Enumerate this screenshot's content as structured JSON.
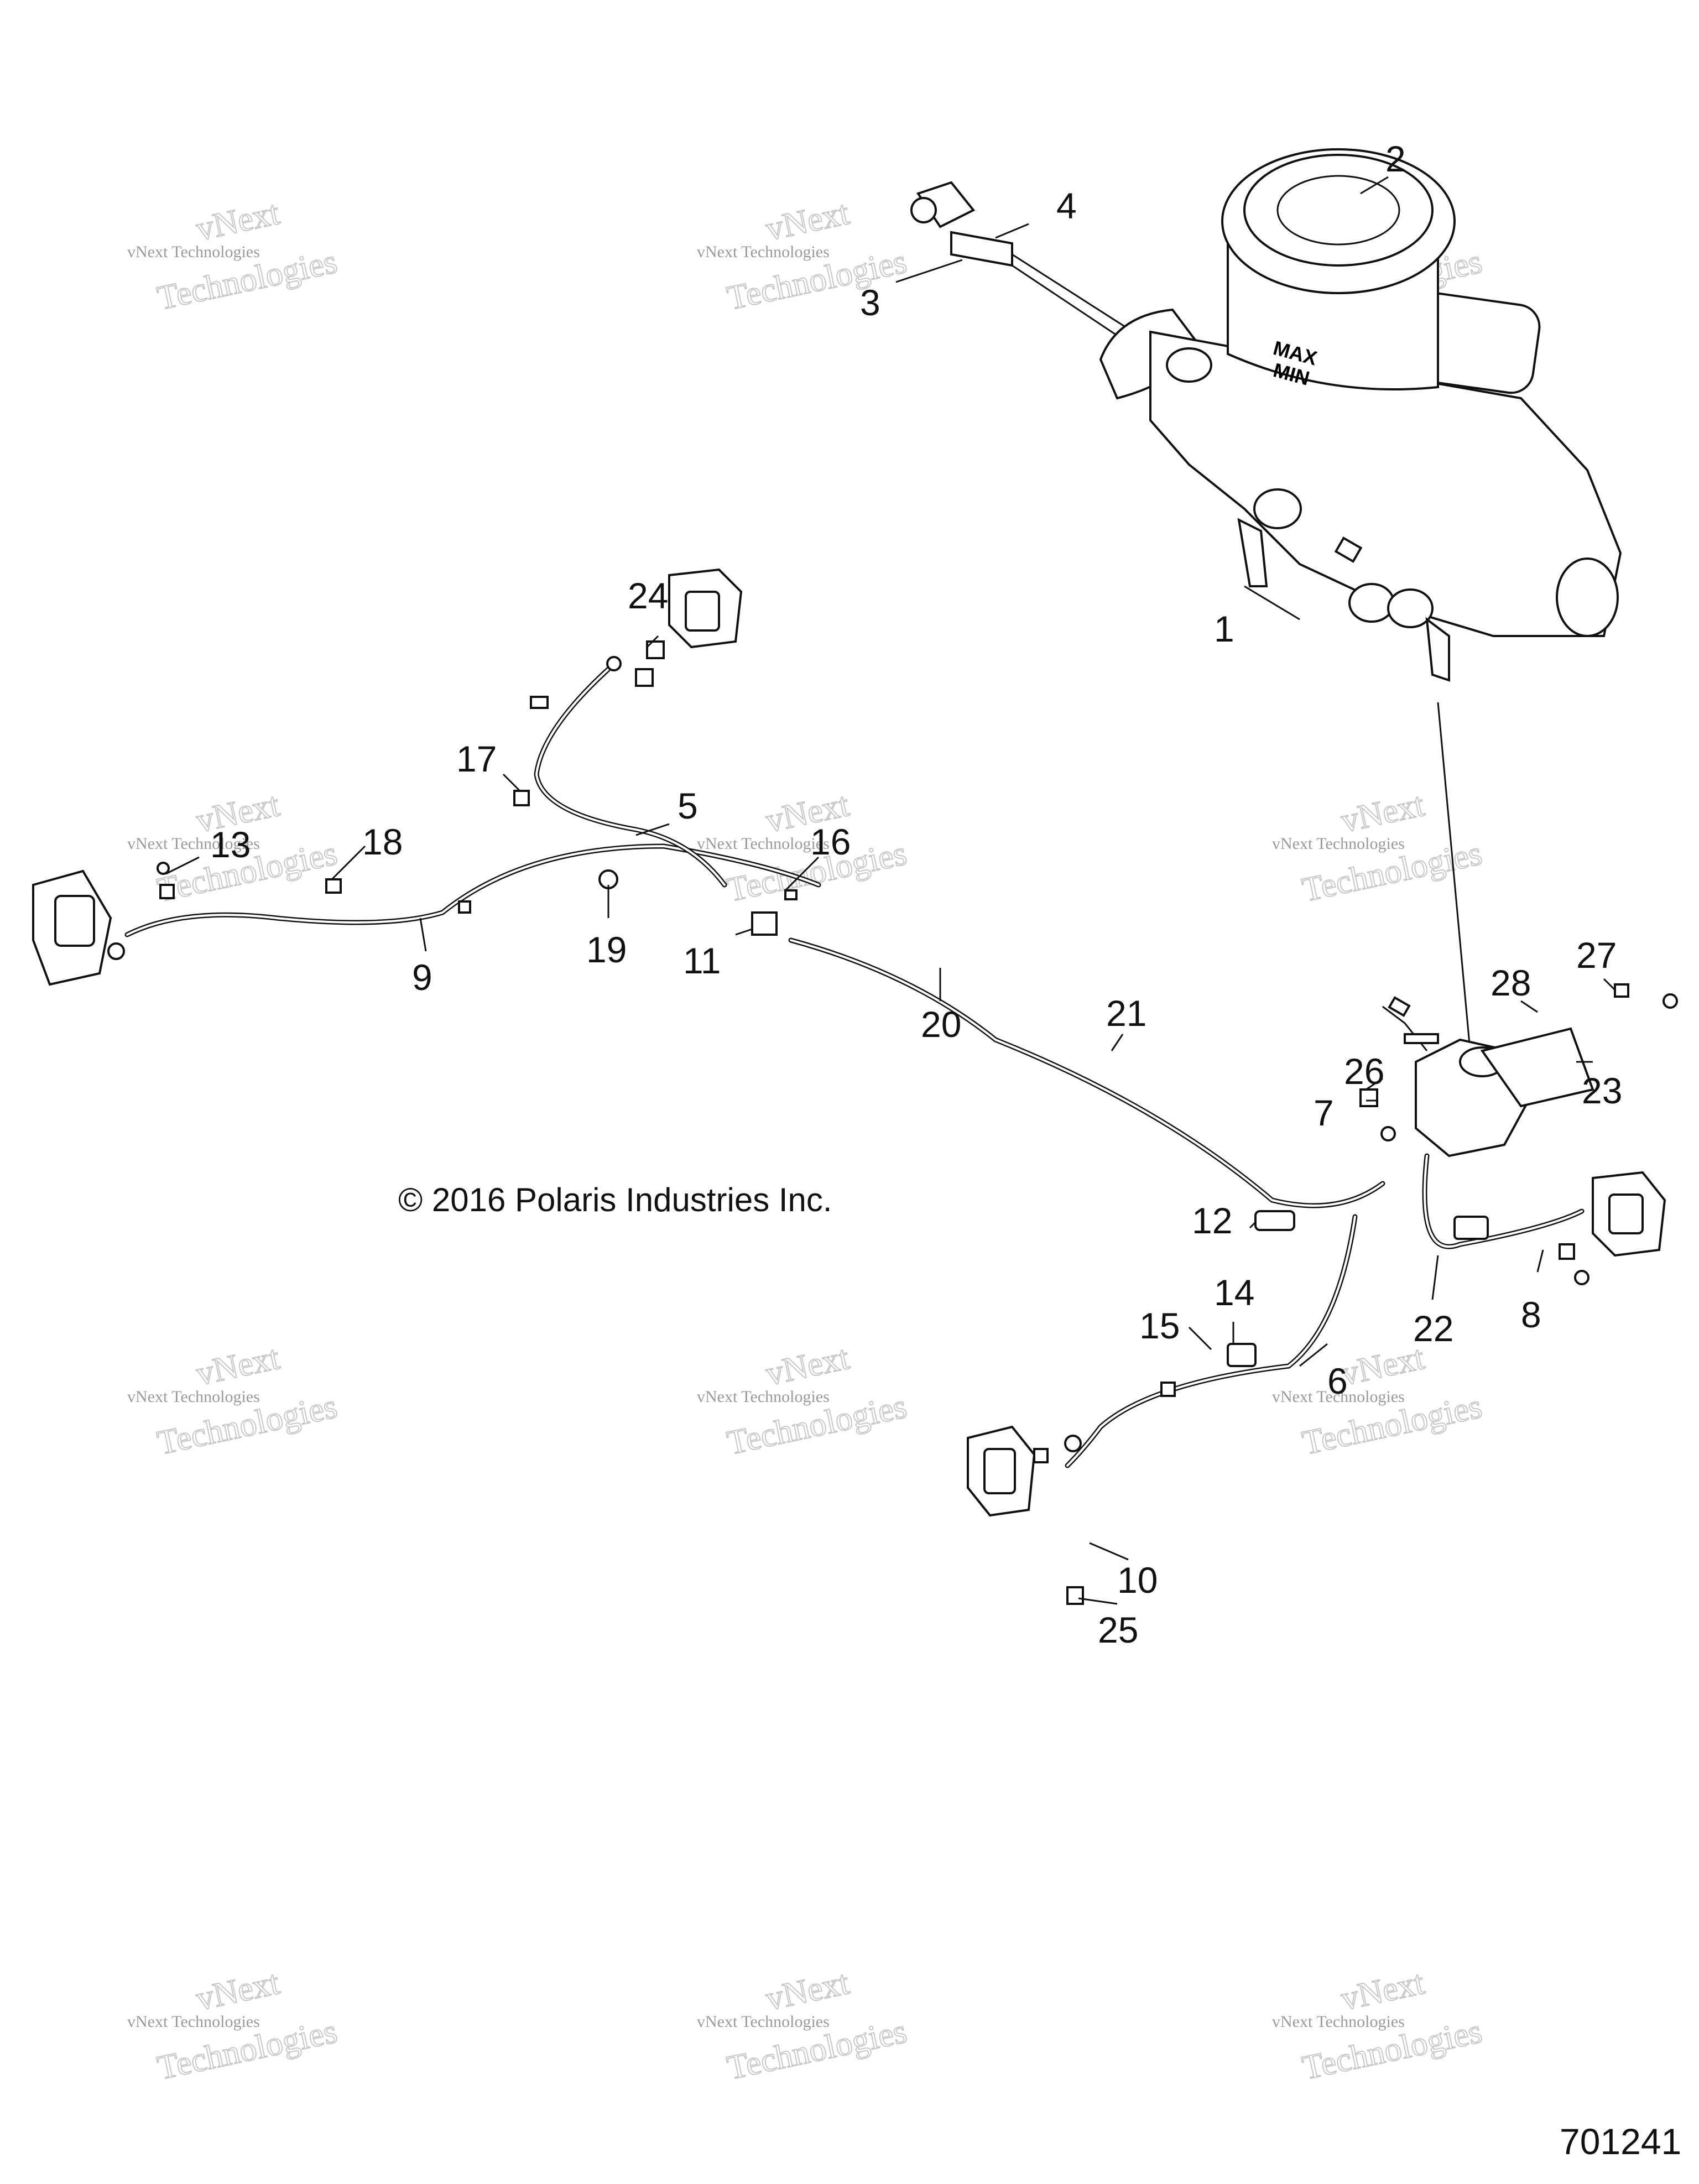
{
  "diagram": {
    "copyright": "© 2016 Polaris Industries Inc.",
    "figure_number": "701241",
    "watermark": {
      "line1": "vNext",
      "line2": "vNext Technologies",
      "line3": "Technologies"
    },
    "callouts": [
      "1",
      "2",
      "3",
      "4",
      "5",
      "6",
      "7",
      "8",
      "9",
      "10",
      "11",
      "12",
      "13",
      "14",
      "15",
      "16",
      "17",
      "18",
      "19",
      "20",
      "21",
      "22",
      "23",
      "24",
      "25",
      "26",
      "27",
      "28"
    ]
  }
}
